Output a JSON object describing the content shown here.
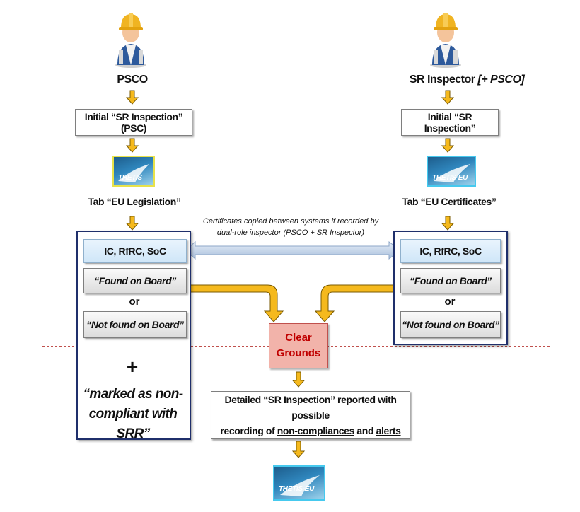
{
  "left": {
    "actor_label": "PSCO",
    "step1": "Initial “SR Inspection” (PSC)",
    "thetis_label": "THETIS",
    "tab_prefix": "Tab “",
    "tab_name": "EU Legislation",
    "tab_suffix": "”",
    "cert_box": "IC, RfRC, SoC",
    "found": "“Found on Board”",
    "or": "or",
    "not_found": "“Not found on Board”",
    "plus": "+",
    "marked": "“marked as non-compliant with SRR”"
  },
  "right": {
    "actor_label": "SR Inspector",
    "actor_suffix": "[+ PSCO]",
    "step1": "Initial “SR Inspection”",
    "thetis_label": "THETIS-EU",
    "tab_prefix": "Tab “",
    "tab_name": "EU Certificates",
    "tab_suffix": "”",
    "cert_box": "IC, RfRC, SoC",
    "found": "“Found on Board”",
    "or": "or",
    "not_found": "“Not found on Board”"
  },
  "note": {
    "line1": "Certificates copied between systems if recorded by",
    "line2": "dual-role inspector (PSCO + SR Inspector)"
  },
  "center": {
    "clear_line1": "Clear",
    "clear_line2": "Grounds",
    "detailed_line1": "Detailed “SR Inspection” reported with possible",
    "detailed_prefix": "recording of ",
    "noncompliances": "non-compliances",
    "and": " and ",
    "alerts": "alerts",
    "thetis_label": "THETIS-EU"
  },
  "colors": {
    "arrow_fill": "#f5b91d",
    "arrow_stroke": "#7a5a00",
    "frame_border": "#1f2f6b",
    "divider": "#c0504d",
    "clear_text": "#c00000"
  }
}
